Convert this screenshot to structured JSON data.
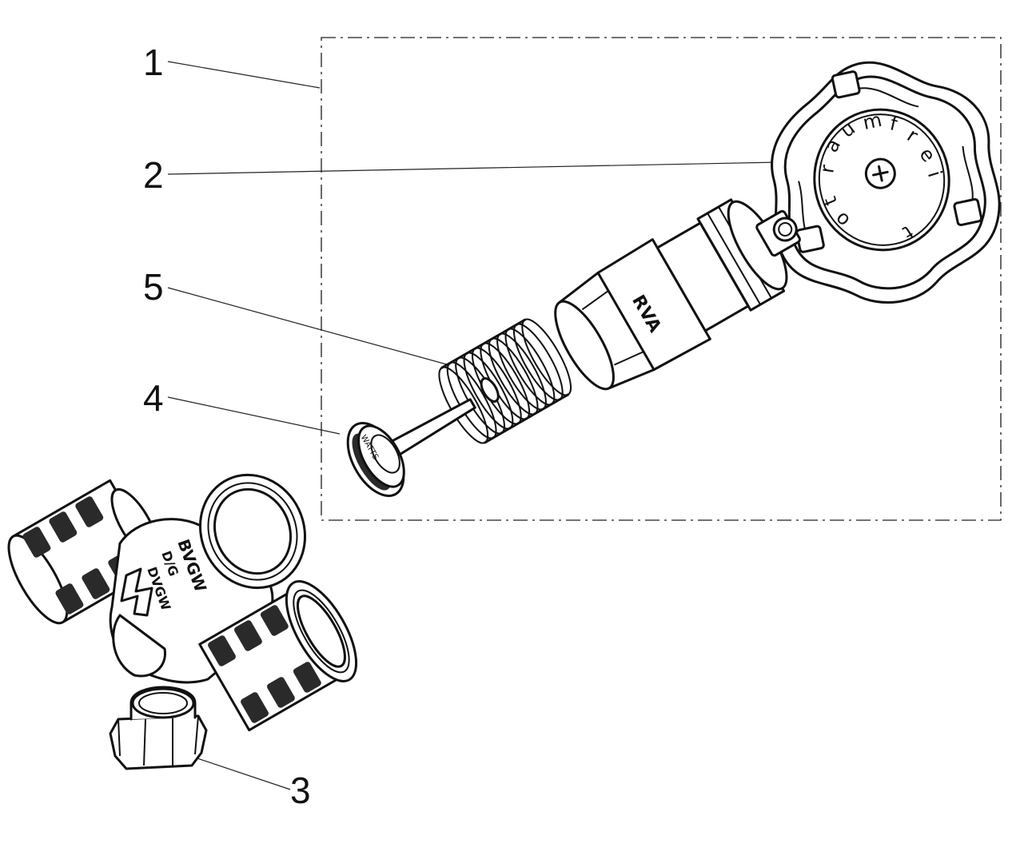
{
  "callouts": [
    {
      "id": "1",
      "text": "1"
    },
    {
      "id": "2",
      "text": "2"
    },
    {
      "id": "3",
      "text": "3"
    },
    {
      "id": "4",
      "text": "4"
    },
    {
      "id": "5",
      "text": "5"
    }
  ],
  "handwheel": {
    "ring_letters": [
      "r",
      "a",
      "u",
      "m",
      "f",
      "r",
      "e",
      "i"
    ],
    "lower_letters": [
      "t",
      "o",
      "t"
    ]
  },
  "bonnet_mark": "RVA",
  "body_marks": [
    "BVGW",
    "D/G",
    "DVGW"
  ],
  "seal_mark": "WATTS",
  "colors": {
    "ink": "#111111",
    "frame": "#444444",
    "background": "#ffffff"
  }
}
